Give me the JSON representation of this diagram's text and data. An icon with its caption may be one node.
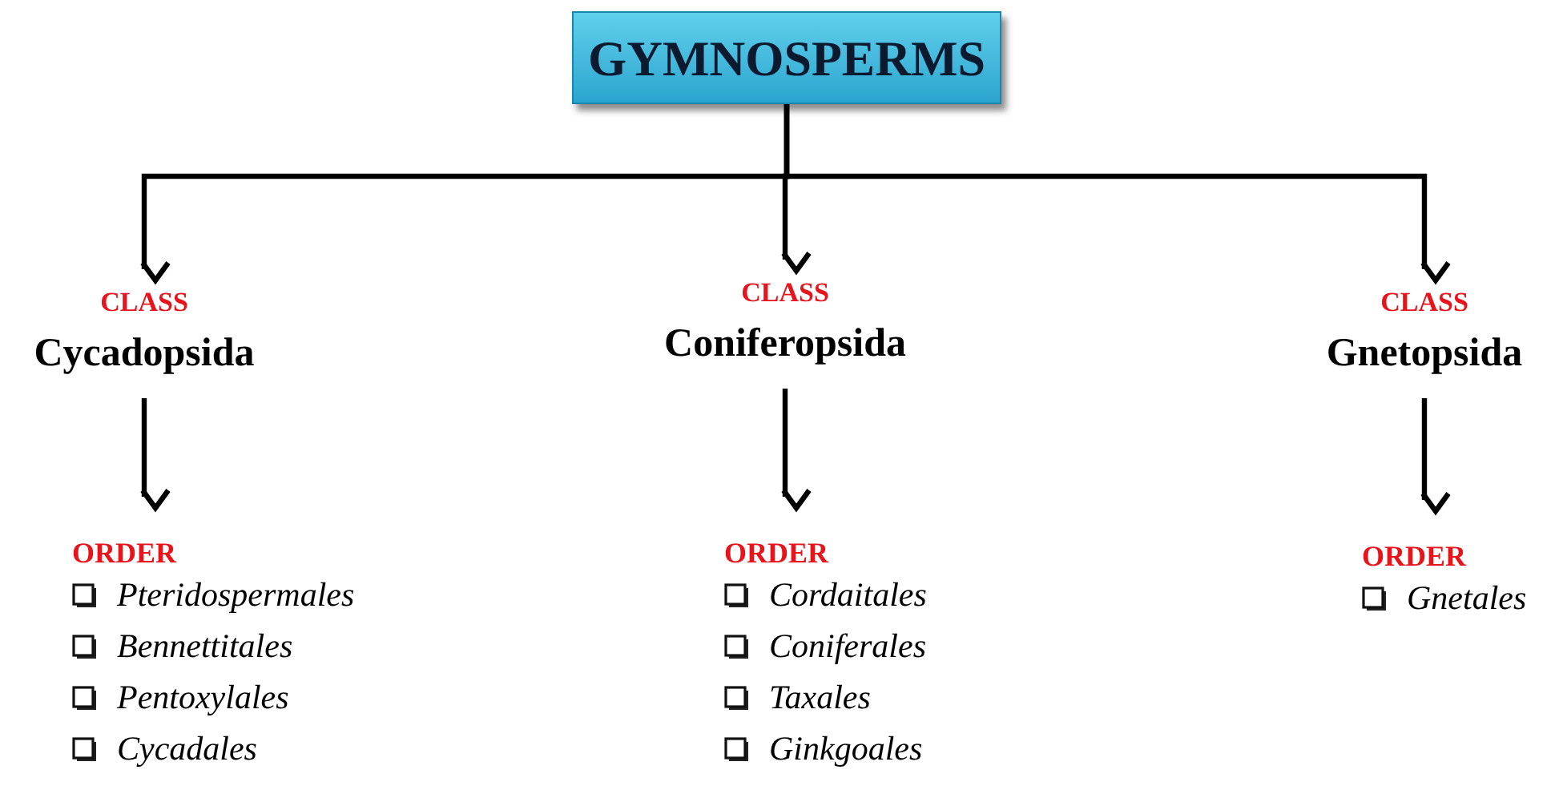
{
  "diagram": {
    "nodes": [
      {
        "text": [
          "GYMNOSPERMS"
        ]
      },
      {
        "text": [
          "CLASS",
          "Cycadopsida"
        ]
      },
      {
        "text": [
          "CLASS",
          "Coniferopsida"
        ]
      },
      {
        "text": [
          "CLASS",
          "Gnetopsida"
        ]
      },
      {
        "text": [
          "ORDER",
          "Pteridospermales",
          "Bennettitales",
          "Pentoxylales",
          "Cycadales"
        ]
      },
      {
        "text": [
          "ORDER",
          "Cordaitales",
          "Coniferales",
          "Taxales",
          "Ginkgoales"
        ]
      },
      {
        "text": [
          "ORDER",
          "Gnetales"
        ]
      }
    ],
    "edges": [
      {
        "from": 0,
        "to": 1,
        "arrow": "to"
      },
      {
        "from": 0,
        "to": 2,
        "arrow": "to"
      },
      {
        "from": 0,
        "to": 3,
        "arrow": "to"
      },
      {
        "from": 1,
        "to": 4,
        "arrow": "to"
      },
      {
        "from": 2,
        "to": 5,
        "arrow": "to"
      },
      {
        "from": 3,
        "to": 6,
        "arrow": "to"
      }
    ]
  }
}
